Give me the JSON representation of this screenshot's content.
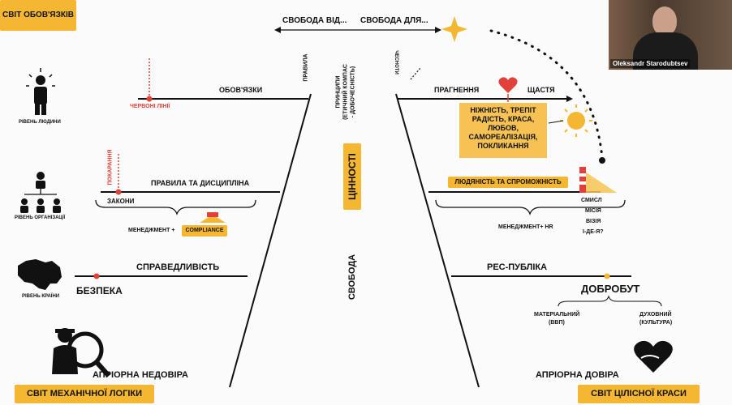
{
  "header": {
    "world_obligations": "СВІТ ОБОВ'ЯЗКІВ",
    "freedom_from": "СВОБОДА ВІД...",
    "freedom_for": "СВОБОДА ДЛЯ..."
  },
  "webcam": {
    "name": "Oleksandr Starodubtsev"
  },
  "levels": {
    "human": "РІВЕНЬ ЛЮДИНИ",
    "organization": "РІВЕНЬ ОРГАНІЗАЦІЇ",
    "country": "РІВЕНЬ КРАЇНИ"
  },
  "left": {
    "obligations": "ОБОВ'ЯЗКИ",
    "red_lines": "ЧЕРВОНІ ЛІНІЇ",
    "punishment": "ПОКАРАННЯ",
    "rules_discipline": "ПРАВИЛА ТА ДИСЦИПЛІНА",
    "laws": "ЗАКОНИ",
    "management_compliance": "МЕНЕДЖМЕНТ +",
    "compliance": "COMPLIANCE",
    "justice": "СПРАВЕДЛИВІСТЬ",
    "security": "БЕЗПЕКА",
    "a_priori_distrust": "АПРІОРНА НЕДОВІРА",
    "world_mechanical_logic": "СВІТ МЕХАНІЧНОЇ ЛОГІКИ"
  },
  "center": {
    "rules": "ПРАВИЛА",
    "principles_line1": "ПРИНЦИПИ",
    "principles_line2": "(ЕТИЧНИЙ КОМПАС",
    "principles_line3": "- ДОБОЧЕСНІСТЬ)",
    "virtues": "ЧЕСНОТИ",
    "values": "ЦІННОСТІ",
    "freedom": "СВОБОДА"
  },
  "right": {
    "aspiration": "ПРАГНЕННЯ",
    "happiness": "ЩАСТЯ",
    "values_list": [
      "НІЖНІСТЬ, ТРЕПІТ",
      "РАДІСТЬ, КРАСА,",
      "ЛЮБОВ,",
      "САМОРЕАЛІЗАЦІЯ,",
      "ПОКЛИКАННЯ"
    ],
    "humanity_capability": "ЛЮДЯНІСТЬ ТА СПРОМОЖНІСТЬ",
    "meaning": "СМИСЛ",
    "mission": "МІСІЯ",
    "vision": "ВІЗІЯ",
    "i_idea": "І-ДЕ-Я?",
    "management_hr": "МЕНЕДЖМЕНТ+ HR",
    "republic": "РЕС-ПУБЛІКА",
    "wellbeing": "ДОБРОБУТ",
    "material": "МАТЕРІАЛЬНИЙ",
    "gdp": "(ВВП)",
    "spiritual": "ДУХОВНИЙ",
    "culture": "(КУЛЬТУРА)",
    "a_priori_trust": "АПРІОРНА ДОВІРА",
    "world_holistic_beauty": "СВІТ ЦІЛІСНОЇ КРАСИ"
  },
  "colors": {
    "accent": "#f5b731",
    "red": "#e2403a",
    "line": "#111111"
  }
}
